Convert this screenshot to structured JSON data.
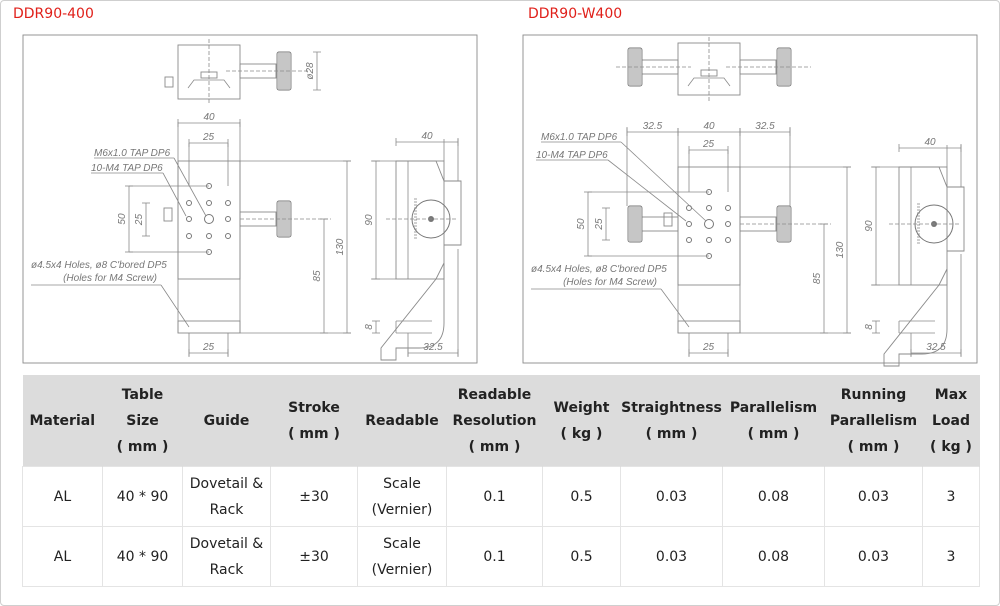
{
  "drawings": [
    {
      "title": "DDR90-400",
      "knobs": "single",
      "labels": {
        "tap_m6": "M6x1.0 TAP DP6",
        "tap_m4": "10-M4 TAP DP6",
        "holes": "ø4.5x4 Holes, ø8 C'bored DP5",
        "holes_note": "(Holes for M4 Screw)"
      },
      "dims": {
        "knob_dia": "ø28",
        "width": "40",
        "hole_pitch": "25",
        "hole_span": "50",
        "hole_pitch_v": "25",
        "height": "130",
        "center_height": "85",
        "side_width": "40",
        "side_height": "90",
        "base": "8",
        "base_depth": "32.5",
        "base_pitch": "25"
      }
    },
    {
      "title": "DDR90-W400",
      "knobs": "double",
      "labels": {
        "tap_m6": "M6x1.0 TAP DP6",
        "tap_m4": "10-M4 TAP DP6",
        "holes": "ø4.5x4 Holes, ø8 C'bored DP5",
        "holes_note": "(Holes for M4 Screw)"
      },
      "dims": {
        "knob_left": "32.5",
        "knob_right": "32.5",
        "width": "40",
        "hole_pitch": "25",
        "hole_span": "50",
        "hole_pitch_v": "25",
        "height": "130",
        "center_height": "85",
        "side_width": "40",
        "side_height": "90",
        "base": "8",
        "base_depth": "32.5",
        "base_pitch": "25"
      }
    }
  ],
  "table": {
    "headers": [
      [
        "Material"
      ],
      [
        "Table",
        "Size",
        "( mm )"
      ],
      [
        "Guide"
      ],
      [
        "Stroke",
        "( mm )"
      ],
      [
        "Readable"
      ],
      [
        "Readable",
        "Resolution",
        "( mm )"
      ],
      [
        "Weight",
        "( kg )"
      ],
      [
        "Straightness",
        "( mm )"
      ],
      [
        "Parallelism",
        "( mm )"
      ],
      [
        "Running",
        "Parallelism",
        "( mm )"
      ],
      [
        "Max",
        "Load",
        "( kg )"
      ]
    ],
    "rows": [
      [
        [
          "AL"
        ],
        [
          "40 * 90"
        ],
        [
          "Dovetail &",
          "Rack"
        ],
        [
          "±30"
        ],
        [
          "Scale",
          "(Vernier)"
        ],
        [
          "0.1"
        ],
        [
          "0.5"
        ],
        [
          "0.03"
        ],
        [
          "0.08"
        ],
        [
          "0.03"
        ],
        [
          "3"
        ]
      ],
      [
        [
          "AL"
        ],
        [
          "40 * 90"
        ],
        [
          "Dovetail &",
          "Rack"
        ],
        [
          "±30"
        ],
        [
          "Scale",
          "(Vernier)"
        ],
        [
          "0.1"
        ],
        [
          "0.5"
        ],
        [
          "0.03"
        ],
        [
          "0.08"
        ],
        [
          "0.03"
        ],
        [
          "3"
        ]
      ]
    ]
  }
}
